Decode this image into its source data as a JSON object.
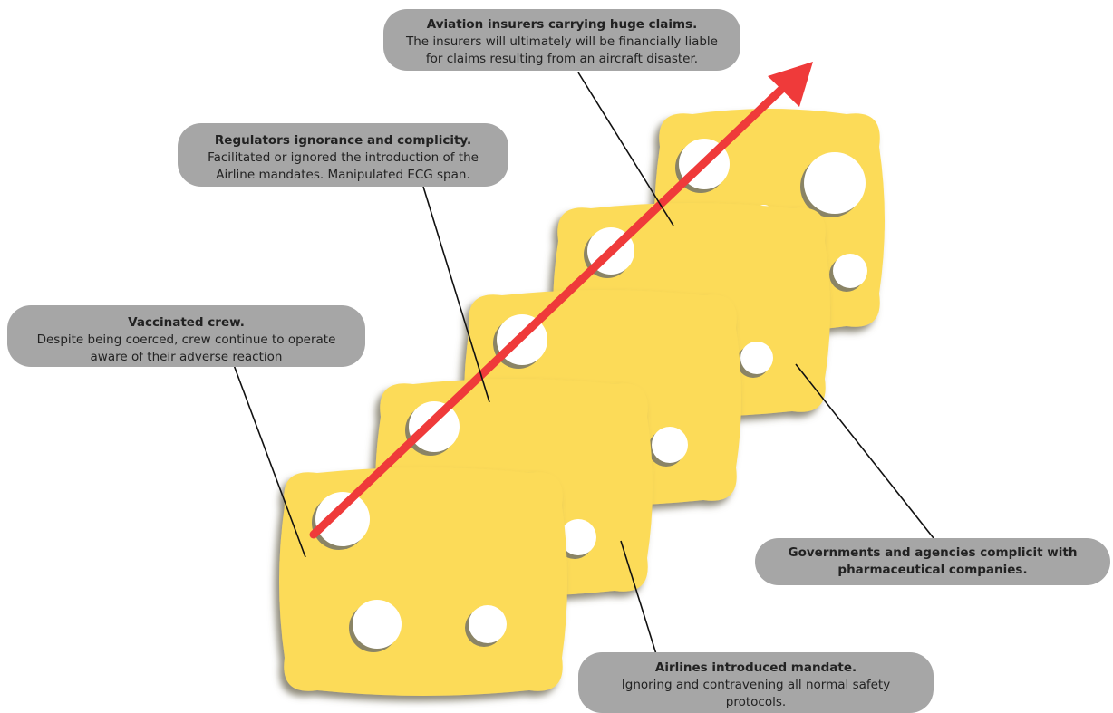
{
  "colors": {
    "slice": "#fcdb59",
    "slice_shadow": "#7f7a5c",
    "hole": "#ffffff",
    "arrow": "#ef3a3a",
    "label_bg": "#a6a6a6",
    "leader": "#111111"
  },
  "labels": {
    "aviation": {
      "title": "Aviation insurers carrying huge claims.",
      "body": "The insurers will ultimately will be financially liable for claims resulting from an aircraft disaster."
    },
    "regulators": {
      "title": "Regulators ignorance and complicity.",
      "body": "Facilitated or ignored the introduction of the Airline mandates. Manipulated ECG span."
    },
    "crew": {
      "title": "Vaccinated crew.",
      "body": "Despite being coerced, crew continue to operate aware of their adverse reaction"
    },
    "governments": {
      "title": "Governments and agencies complicit with pharmaceutical companies."
    },
    "airlines": {
      "title": "Airlines introduced mandate.",
      "body": "Ignoring and contravening all normal safety protocols."
    }
  }
}
